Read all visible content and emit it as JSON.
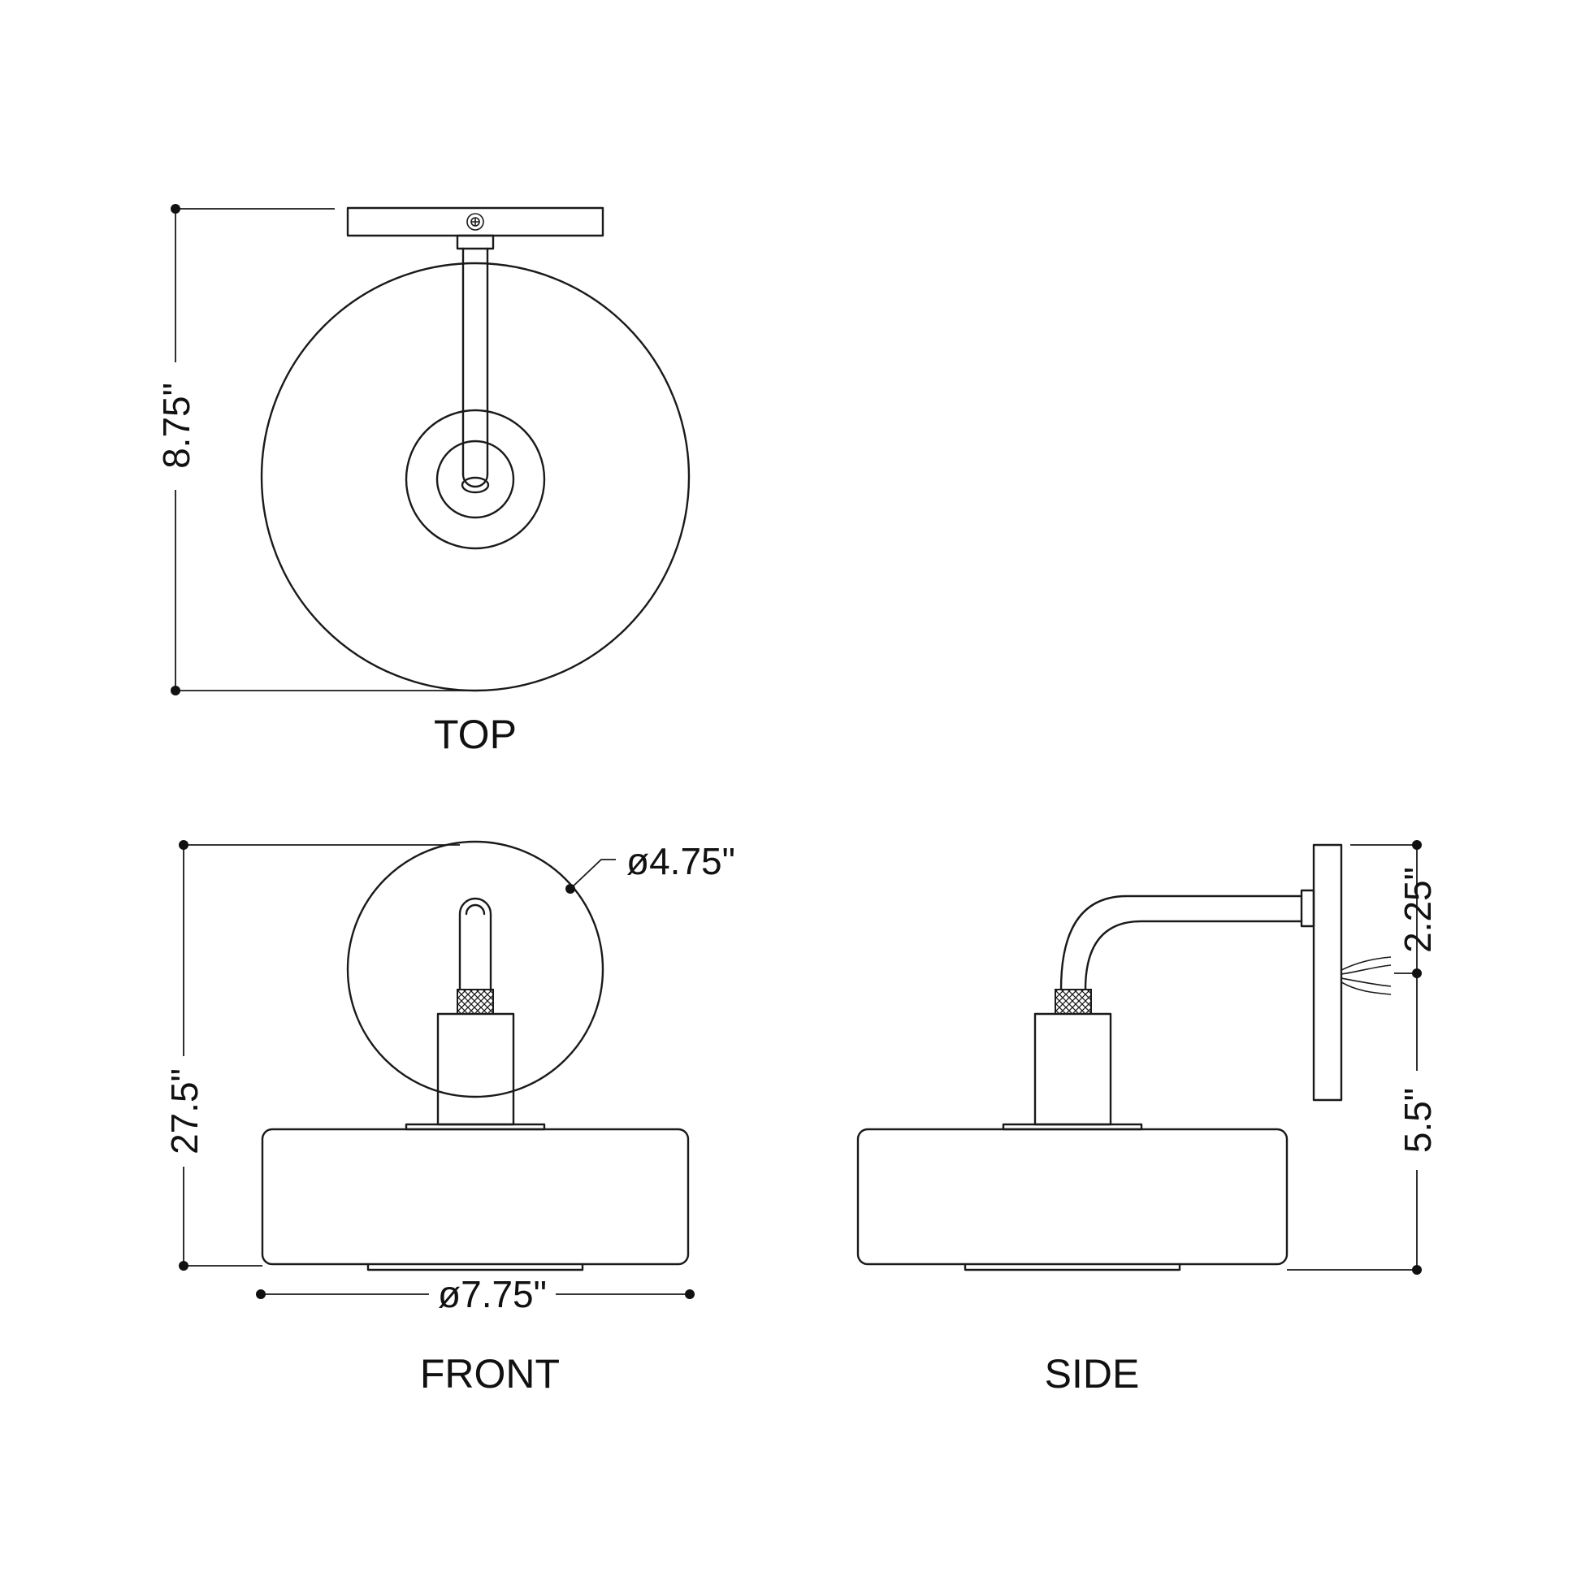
{
  "views": {
    "top": {
      "label": "TOP"
    },
    "front": {
      "label": "FRONT"
    },
    "side": {
      "label": "SIDE"
    }
  },
  "dimensions": {
    "top_depth": "8.75\"",
    "front_height": "27.5\"",
    "backplate_diameter": "ø4.75\"",
    "shade_diameter": "ø7.75\"",
    "side_upper": "2.25\"",
    "side_lower": "5.5\""
  }
}
